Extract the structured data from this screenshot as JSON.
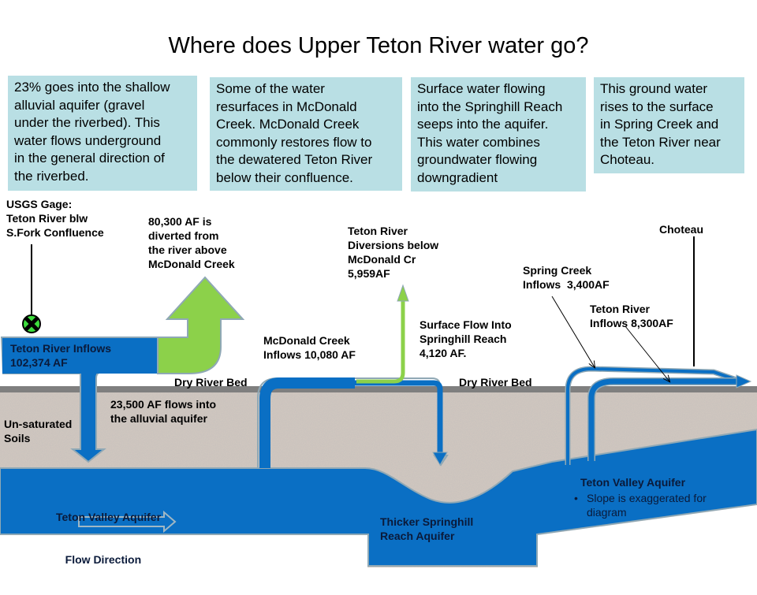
{
  "title": "Where does Upper Teton River water go?",
  "callout_boxes": [
    {
      "lines": [
        "23% goes into the shallow",
        "alluvial  aquifer (gravel",
        "under the riverbed). This",
        "water flows underground",
        "in the general direction of",
        "the riverbed."
      ]
    },
    {
      "lines": [
        "Some of the water",
        "resurfaces in McDonald",
        "Creek. McDonald Creek",
        "commonly restores flow to",
        "the dewatered Teton River",
        "below their confluence."
      ]
    },
    {
      "lines": [
        "Surface water  flowing",
        "into the Springhill Reach",
        "seeps into the aquifer.",
        "This water combines",
        "groundwater flowing",
        "downgradient"
      ]
    },
    {
      "lines": [
        "This ground water",
        "rises to the surface",
        "in Spring Creek and",
        "the Teton River near",
        "Choteau."
      ]
    }
  ],
  "labels": {
    "usgs_gage": [
      "USGS Gage:",
      "Teton River blw",
      "S.Fork Confluence"
    ],
    "diverted": [
      "80,300 AF is",
      "diverted from",
      "the river above",
      "McDonald Creek"
    ],
    "teton_inflows": [
      "Teton River Inflows",
      "102,374 AF"
    ],
    "dry_river_bed_1": "Dry River Bed",
    "dry_river_bed_2": "Dry River Bed",
    "alluvial_flow": [
      "23,500 AF flows into",
      "the alluvial  aquifer"
    ],
    "unsaturated_soils": [
      "Un-saturated",
      "Soils"
    ],
    "mcdonald_inflows": [
      "McDonald Creek",
      "Inflows 10,080 AF"
    ],
    "diversions_below": [
      "Teton River",
      "Diversions below",
      "McDonald Cr",
      "5,959AF"
    ],
    "surface_flow": [
      "Surface Flow Into",
      "Springhill Reach",
      "4,120 AF."
    ],
    "spring_creek": [
      "Spring Creek",
      "Inflows  3,400AF"
    ],
    "teton_inflows_lower": [
      "Teton River",
      "Inflows 8,300AF"
    ],
    "choteau": "Choteau",
    "aquifer_flow_direction": [
      "Teton Valley Aquifer",
      "   Flow Direction"
    ],
    "thicker_aquifer": [
      "Thicker Springhill",
      "Reach Aquifer"
    ],
    "teton_valley_aquifer": "Teton Valley Aquifer",
    "slope_note": [
      "Slope is exaggerated for",
      "diagram"
    ]
  },
  "colors": {
    "water_blue": "#0a6fc4",
    "diversion_green": "#8cd14a",
    "callout_bg": "#b9dfe4",
    "soil": "#cfc6bf",
    "ground_line": "#7f7f7f",
    "outline": "#8fa8b5",
    "gage_green": "#3ddc3d"
  }
}
